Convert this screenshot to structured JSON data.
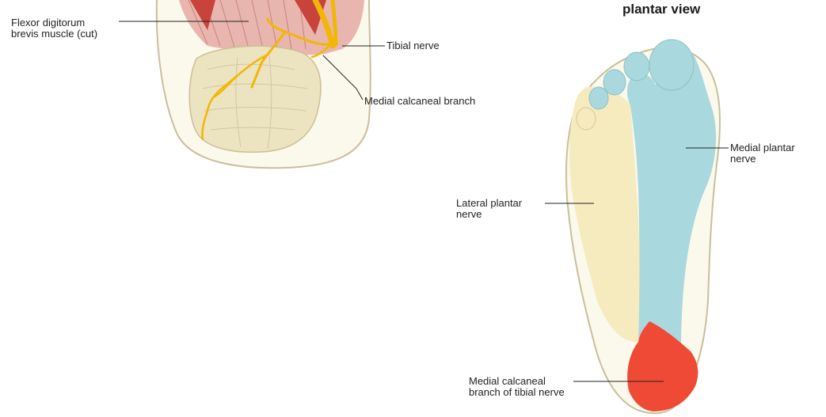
{
  "title": "plantar view",
  "labels": {
    "flexor": "Flexor digitorum\nbrevis muscle (cut)",
    "tibial": "Tibial nerve",
    "medial_calcaneal": "Medial calcaneal branch",
    "medial_plantar": "Medial plantar\nnerve",
    "lateral_plantar": "Lateral plantar\nnerve",
    "medial_calcaneal_tibial": "Medial calcaneal\nbranch of tibial nerve"
  },
  "colors": {
    "medial_plantar_region": "#a9d8de",
    "lateral_plantar_region": "#f6ebbe",
    "medial_calcaneal_region": "#ef4a36",
    "nerve": "#f2b705",
    "heel_bone": "#ece3c1",
    "muscle": "#d88a86",
    "outline": "#c9bf9a"
  }
}
